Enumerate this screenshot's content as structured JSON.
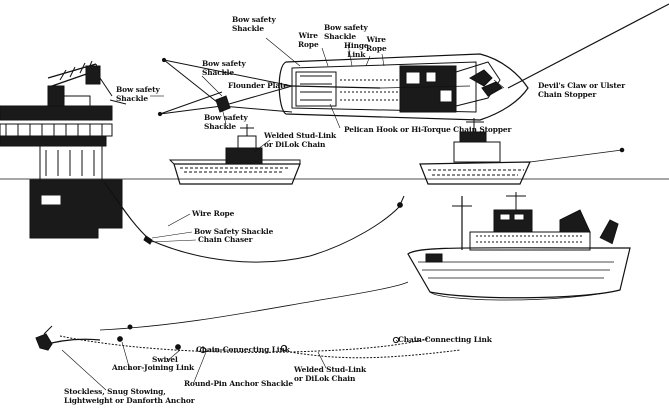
{
  "colors": {
    "ink": "#111111",
    "background": "#ffffff",
    "hull_dark": "#1a1a1a"
  },
  "labels": {
    "bow_shackle_top": [
      "Bow safety",
      "Shackle"
    ],
    "wire_rope_top": [
      "Wire",
      "Rope"
    ],
    "bow_shackle_top2": [
      "Bow safety",
      "Shackle"
    ],
    "hinge_link": [
      "Hinge",
      "Link"
    ],
    "wire_rope_top2": [
      "Wire",
      "Rope"
    ],
    "bow_shackle_plate_top": [
      "Bow safety",
      "Shackle"
    ],
    "bow_shackle_left": [
      "Bow safety",
      "Shackle"
    ],
    "flounder_plate": "Flounder Plate",
    "bow_shackle_plate_bottom": [
      "Bow safety",
      "Shackle"
    ],
    "devils_claw": [
      "Devil's Claw or Ulster",
      "Chain Stopper"
    ],
    "pelican_hook": "Pelican Hook or Hi-Torque Chain Stopper",
    "welded_stud_top": [
      "Welded Stud-Link",
      "or DiLok Chain"
    ],
    "wire_rope_mid": "Wire Rope",
    "bow_shackle_chaser": "Bow Safety Shackle",
    "chain_chaser": "Chain Chaser",
    "chain_connecting_right": "Chain-Connecting Link",
    "chain_connecting_left": "Chain-Connecting Link",
    "swivel": "Swivel",
    "anchor_joining_link": "Anchor-Joining Link",
    "round_pin_shackle": "Round-Pin Anchor Shackle",
    "welded_stud_bottom": [
      "Welded Stud-Link",
      "or DiLok Chain"
    ],
    "anchor_types": [
      "Stockless, Snug Stowing,",
      "Lightweight or Danforth Anchor"
    ]
  }
}
